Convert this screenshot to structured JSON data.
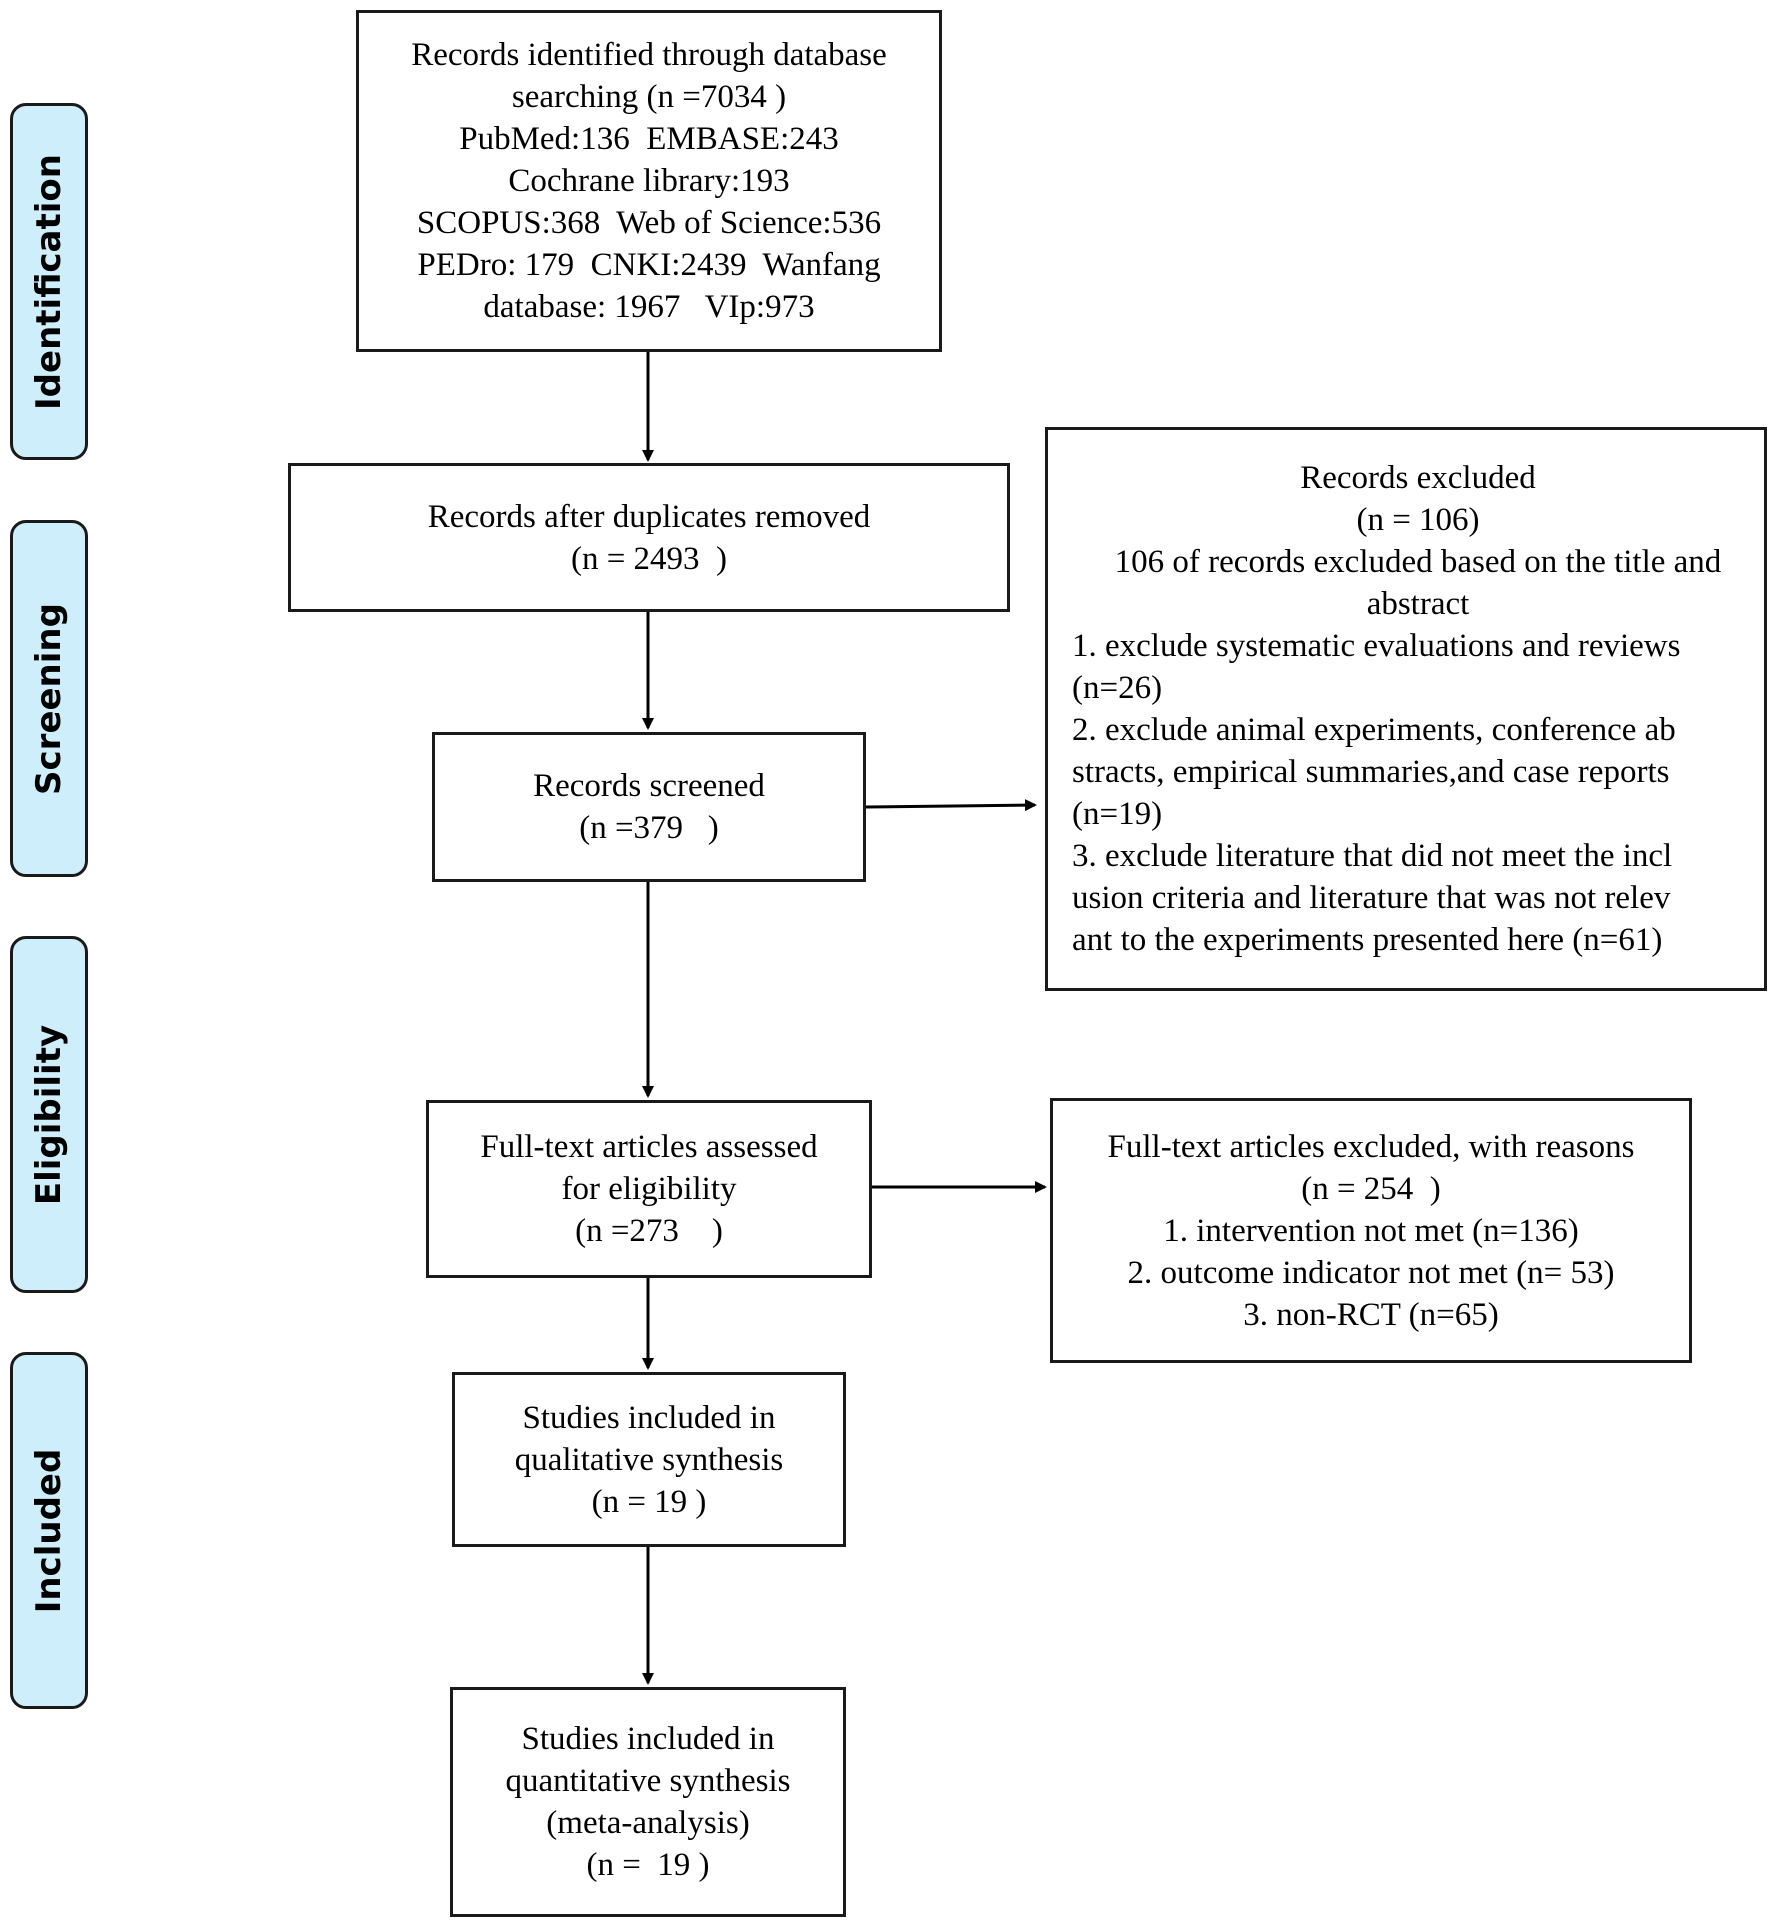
{
  "stages": [
    {
      "label": "Identification"
    },
    {
      "label": "Screening"
    },
    {
      "label": "Eligibility"
    },
    {
      "label": "Included"
    }
  ],
  "boxes": {
    "identified": {
      "lines": [
        "Records identified through database",
        "searching (n =7034 )",
        "PubMed:136  EMBASE:243",
        "Cochrane library:193",
        "SCOPUS:368  Web of Science:536",
        "PEDro: 179  CNKI:2439  Wanfang",
        "database: 1967   VIp:973"
      ]
    },
    "duplicates_removed": {
      "lines": [
        "Records after duplicates removed",
        "(n = 2493  )"
      ]
    },
    "screened": {
      "lines": [
        "Records screened",
        "(n =379   )"
      ]
    },
    "records_excluded": {
      "lines": [
        "Records excluded",
        "(n = 106)",
        "106 of records excluded based on the title and",
        "abstract",
        "1. exclude systematic evaluations and reviews",
        "(n=26)",
        "2. exclude animal experiments, conference ab",
        "stracts, empirical summaries,and case reports",
        "(n=19)",
        "3. exclude literature that did not meet the incl",
        "usion criteria and literature that was not relev",
        "ant to the experiments presented here (n=61)"
      ]
    },
    "fulltext_assessed": {
      "lines": [
        "Full-text articles assessed",
        "for eligibility",
        "(n =273    )"
      ]
    },
    "fulltext_excluded": {
      "lines": [
        "Full-text articles excluded, with reasons",
        "(n = 254  )",
        "1. intervention not met (n=136)",
        "2. outcome indicator not met (n= 53)",
        "3. non-RCT (n=65)"
      ]
    },
    "qualitative": {
      "lines": [
        "Studies included in",
        "qualitative synthesis",
        "(n = 19 )"
      ]
    },
    "quantitative": {
      "lines": [
        "Studies included in",
        "quantitative synthesis",
        "(meta-analysis)",
        "(n =  19 )"
      ]
    }
  }
}
